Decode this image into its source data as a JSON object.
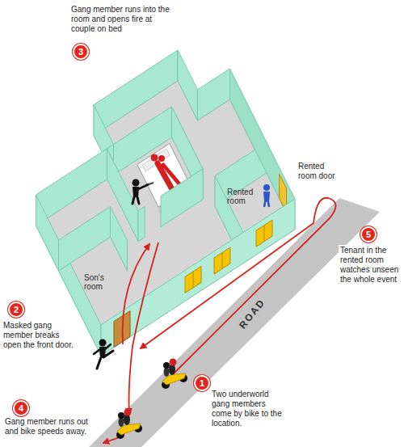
{
  "diagram": {
    "labels": [
      "Gang member runs into the room and opens fire at couple on bed",
      "3",
      "Son's room",
      "Rented room",
      "Rented room door",
      "Masked gang member breaks open the front door.",
      "2",
      "5",
      "Tenant in the rented room watches unseen the whole event",
      "ROAD",
      "1",
      "Two underworld gang members come by bike to the location.",
      "4",
      "Gang member runs out and bike speeds away."
    ]
  }
}
